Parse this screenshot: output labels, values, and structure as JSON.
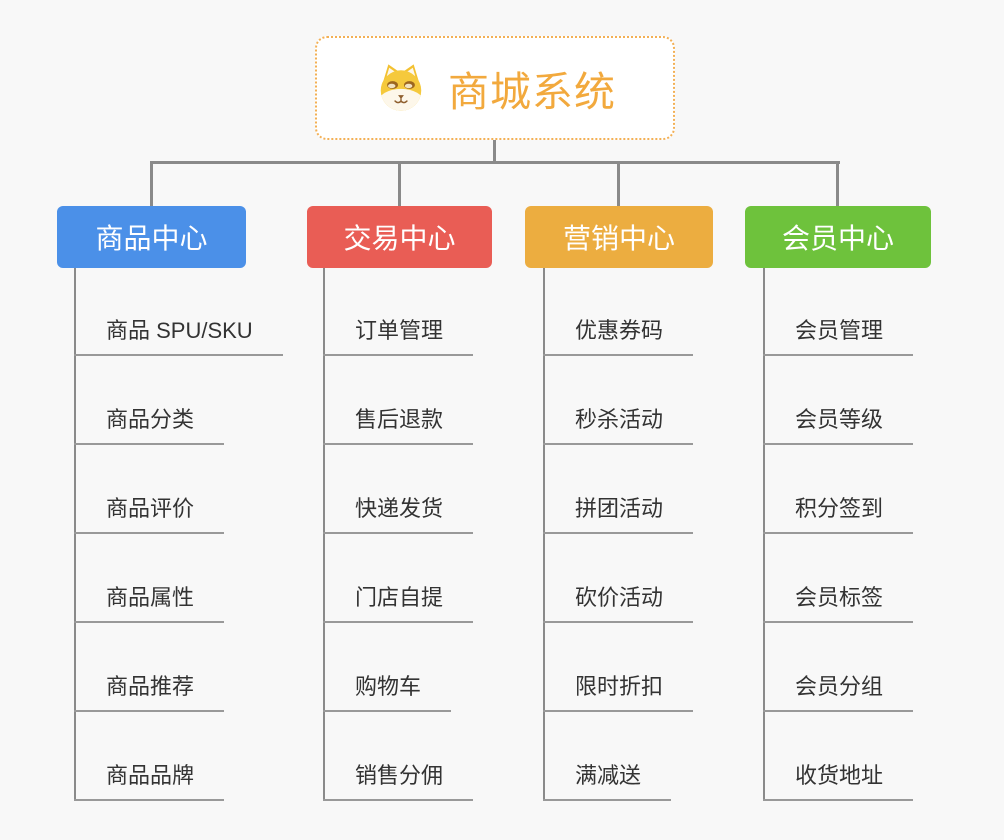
{
  "root": {
    "title": "商城系统",
    "icon": "dog-face-icon"
  },
  "branches": [
    {
      "label": "商品中心",
      "color": "#4b90e8",
      "items": [
        "商品 SPU/SKU",
        "商品分类",
        "商品评价",
        "商品属性",
        "商品推荐",
        "商品品牌"
      ]
    },
    {
      "label": "交易中心",
      "color": "#e95d55",
      "items": [
        "订单管理",
        "售后退款",
        "快递发货",
        "门店自提",
        "购物车",
        "销售分佣"
      ]
    },
    {
      "label": "营销中心",
      "color": "#ecad40",
      "items": [
        "优惠券码",
        "秒杀活动",
        "拼团活动",
        "砍价活动",
        "限时折扣",
        "满减送"
      ]
    },
    {
      "label": "会员中心",
      "color": "#6ec23c",
      "items": [
        "会员管理",
        "会员等级",
        "积分签到",
        "会员标签",
        "会员分组",
        "收货地址"
      ]
    }
  ],
  "colors": {
    "root_accent": "#f2a93d",
    "root_border": "#f3b055",
    "connector": "#8a8a8a",
    "underline": "#999999",
    "item_text": "#333333",
    "background": "#f8f8f8"
  }
}
